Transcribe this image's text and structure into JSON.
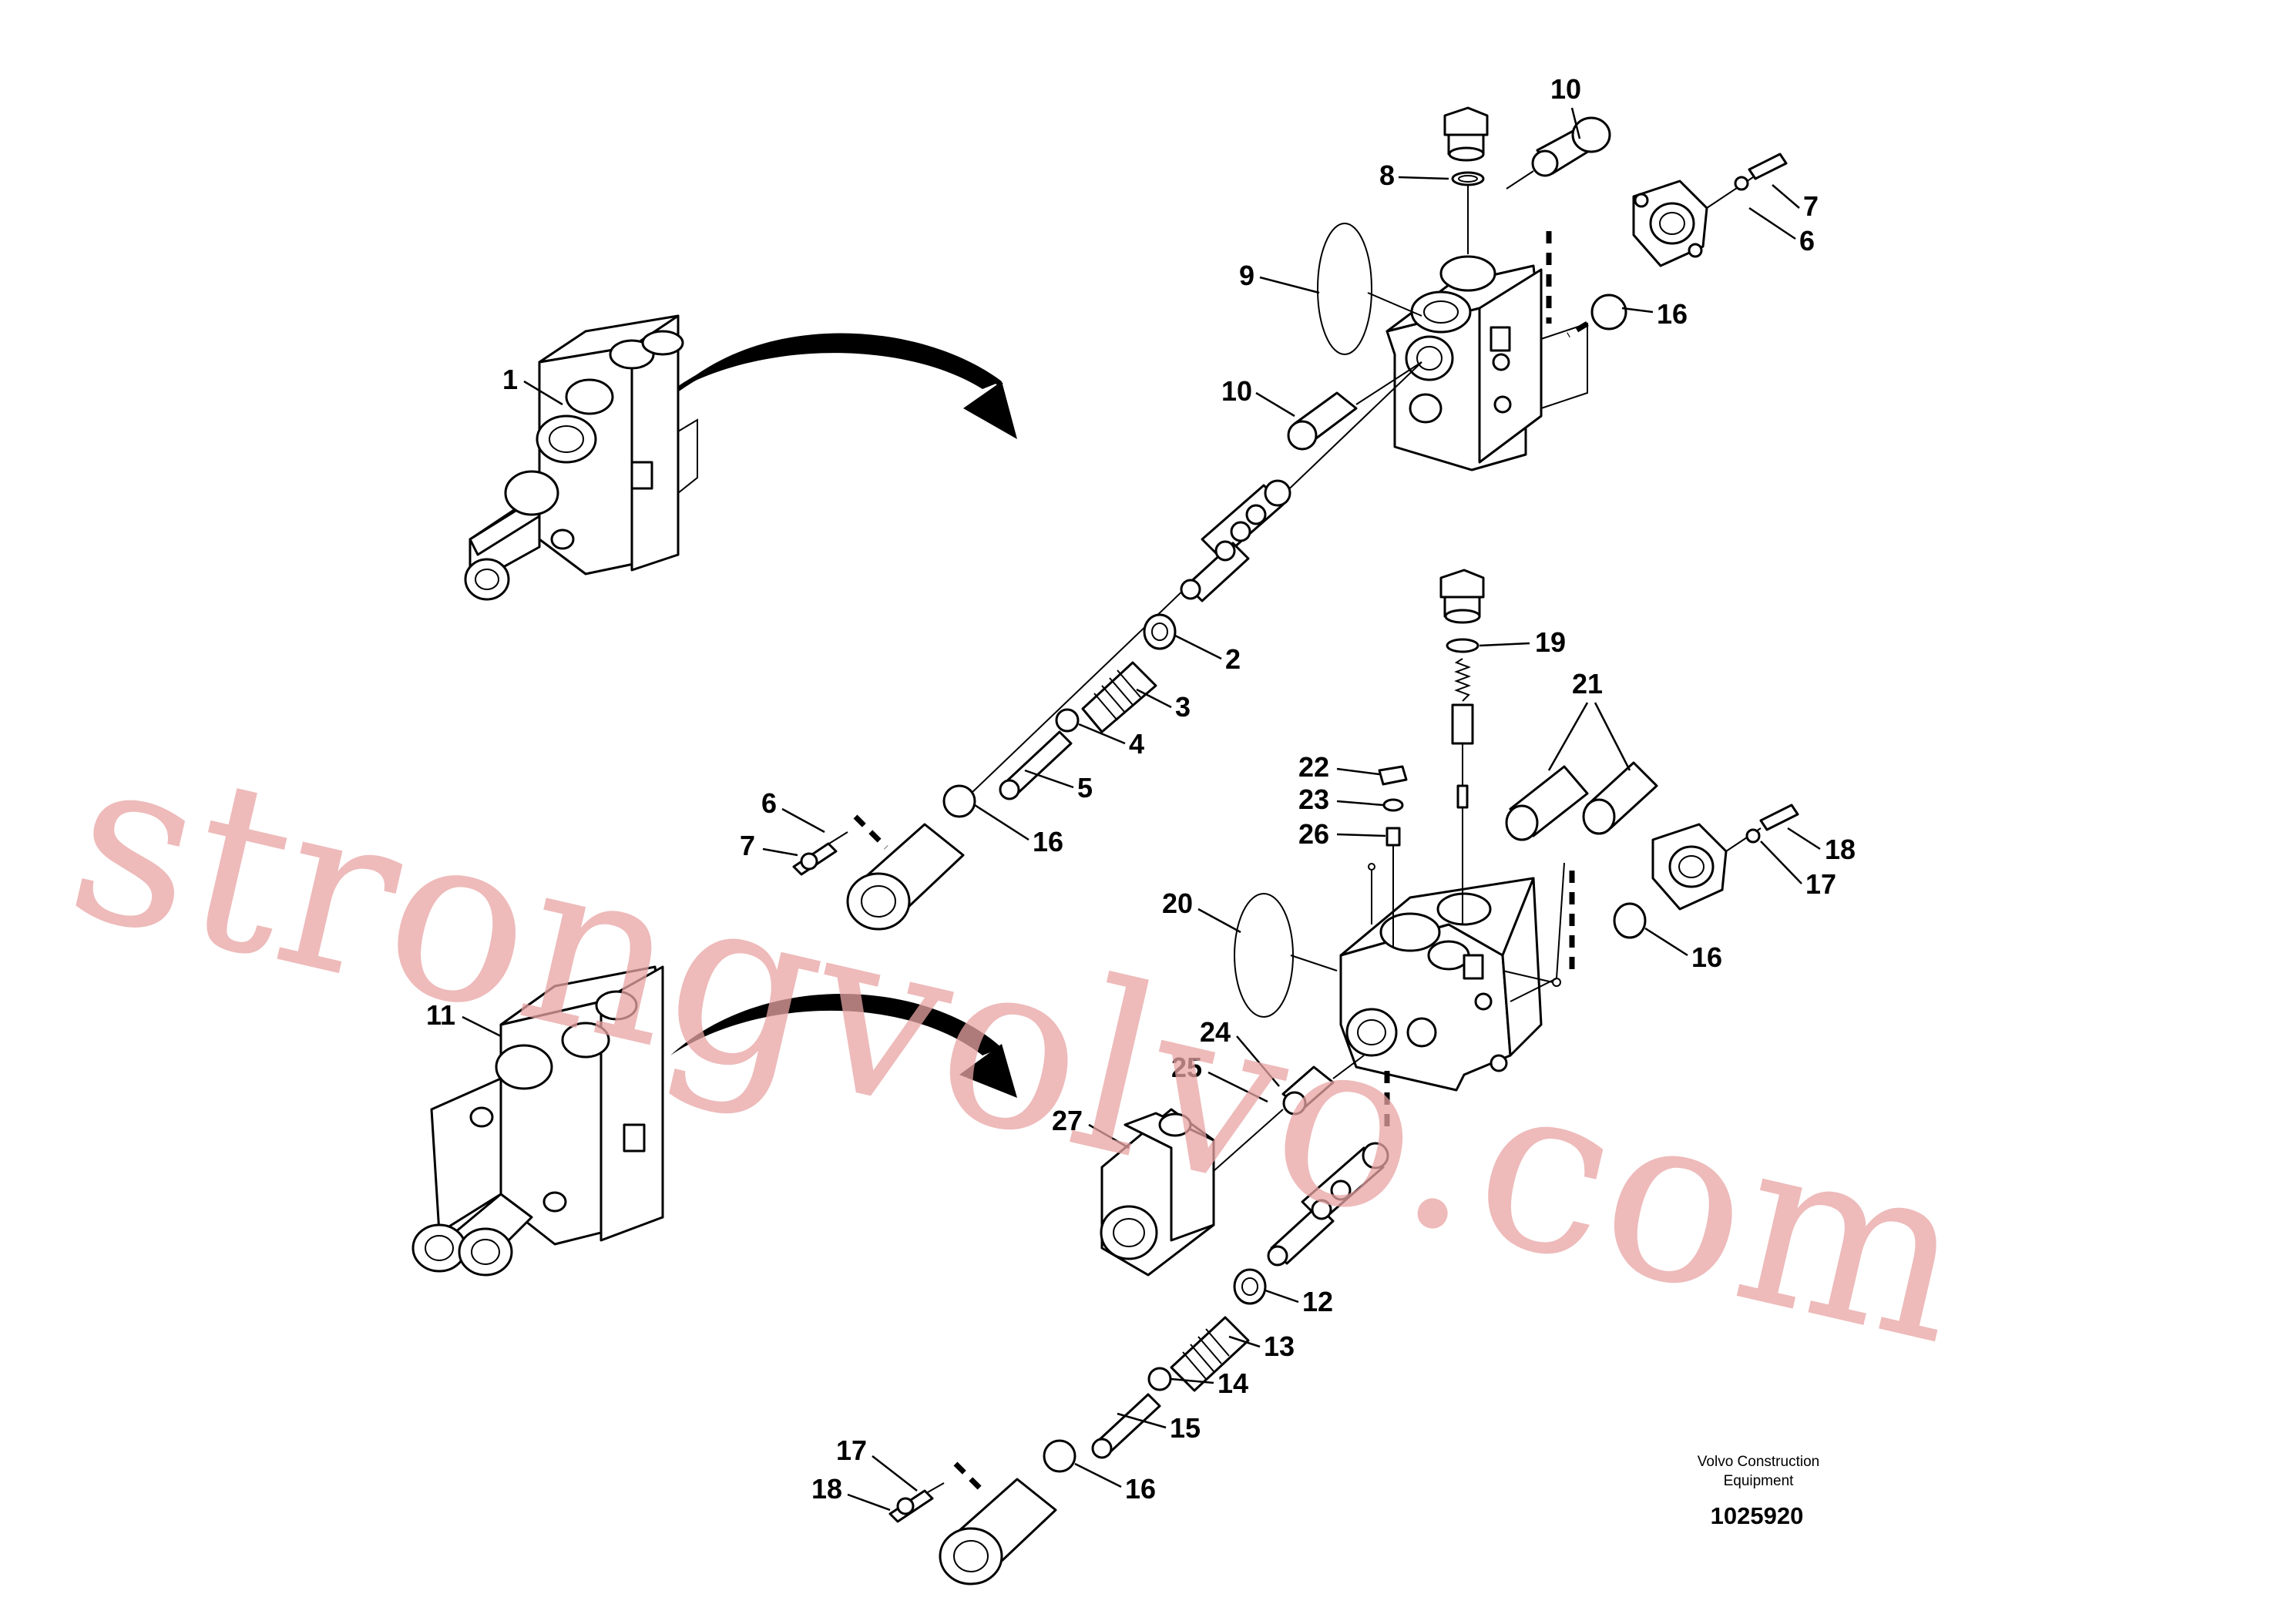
{
  "watermark": "strongvolvo.com",
  "company": {
    "line1": "Volvo Construction",
    "line2": "Equipment"
  },
  "drawing_number": "1025920",
  "callouts": {
    "c1": "1",
    "c2": "2",
    "c3": "3",
    "c4": "4",
    "c5": "5",
    "c6a": "6",
    "c6b": "6",
    "c7a": "7",
    "c7b": "7",
    "c8": "8",
    "c9": "9",
    "c10a": "10",
    "c10b": "10",
    "c11": "11",
    "c12": "12",
    "c13": "13",
    "c14": "14",
    "c15": "15",
    "c16a": "16",
    "c16b": "16",
    "c16c": "16",
    "c16d": "16",
    "c17a": "17",
    "c17b": "17",
    "c18a": "18",
    "c18b": "18",
    "c19": "19",
    "c20": "20",
    "c21": "21",
    "c22": "22",
    "c23": "23",
    "c24": "24",
    "c25": "25",
    "c26": "26",
    "c27": "27"
  }
}
